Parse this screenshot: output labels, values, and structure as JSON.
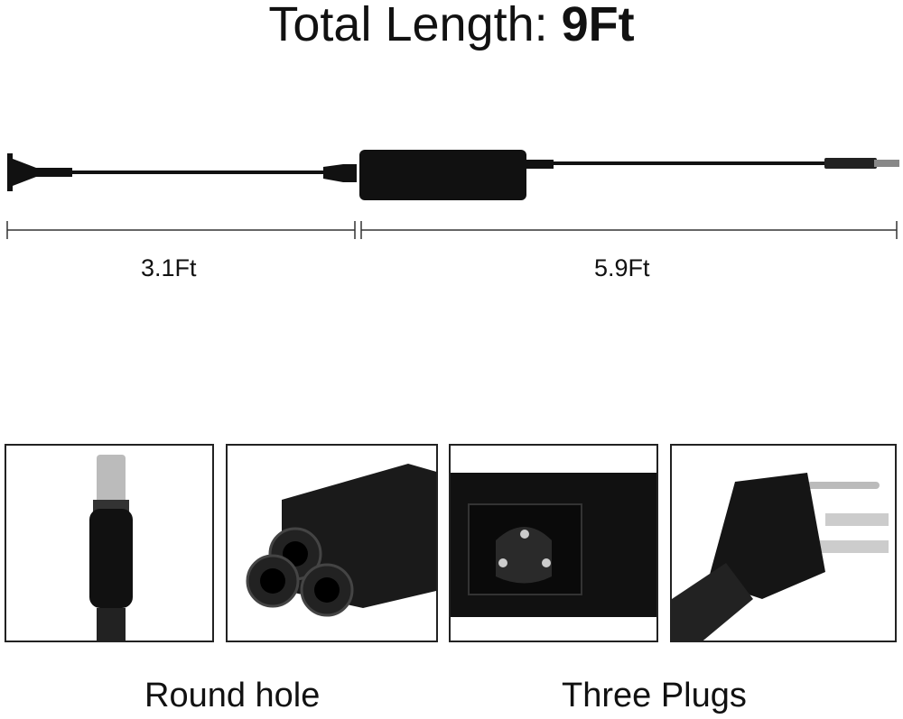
{
  "title": {
    "prefix": "Total Length:",
    "value": "9Ft"
  },
  "segments": [
    {
      "label": "3.1Ft"
    },
    {
      "label": "5.9Ft"
    }
  ],
  "captions": {
    "round_hole": "Round hole",
    "three_plugs": "Three Plugs"
  }
}
